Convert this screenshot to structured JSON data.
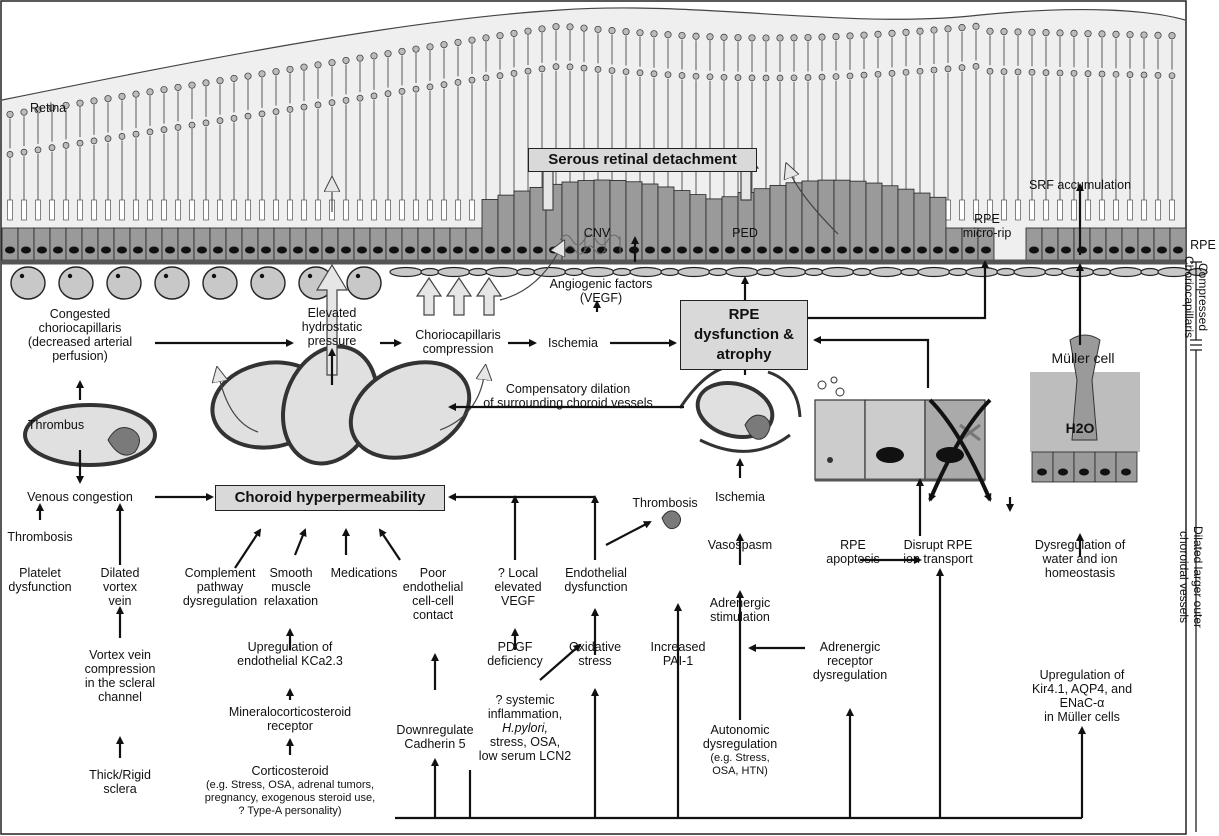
{
  "labels": {
    "retina": "Retina",
    "rpe": "RPE",
    "serous": "Serous retinal detachment",
    "choroid_hyper": "Choroid hyperpermeability",
    "rpe_dys_1": "RPE",
    "rpe_dys_2": "dysfunction &",
    "rpe_dys_3": "atrophy",
    "srf": "SRF accumulation",
    "rpe_micro_1": "RPE",
    "rpe_micro_2": "micro-rip",
    "cnv": "CNV",
    "ped": "PED",
    "angio_1": "Angiogenic factors",
    "angio_2": "(VEGF)",
    "muller": "Müller cell",
    "h2o": "H2O",
    "thrombus": "Thrombus",
    "congested_1": "Congested",
    "congested_2": "choriocapillaris",
    "congested_3": "(decreased arterial",
    "congested_4": "perfusion)",
    "elevated_1": "Elevated",
    "elevated_2": "hydrostatic",
    "elevated_3": "pressure",
    "cc_comp_1": "Choriocapillaris",
    "cc_comp_2": "compression",
    "ischemia_top": "Ischemia",
    "comp_dil_1": "Compensatory dilation",
    "comp_dil_2": "of surrounding choroid vessels",
    "venous": "Venous congestion",
    "ischemia_mid": "Ischemia",
    "thrombosis_l": "Thrombosis",
    "platelet_1": "Platelet",
    "platelet_2": "dysfunction",
    "dilated_1": "Dilated",
    "dilated_2": "vortex",
    "dilated_3": "vein",
    "complement_1": "Complement",
    "complement_2": "pathway",
    "complement_3": "dysregulation",
    "smooth_1": "Smooth",
    "smooth_2": "muscle",
    "smooth_3": "relaxation",
    "medications": "Medications",
    "poor_1": "Poor",
    "poor_2": "endothelial",
    "poor_3": "cell-cell",
    "poor_4": "contact",
    "local_1": "? Local",
    "local_2": "elevated",
    "local_3": "VEGF",
    "endo_1": "Endothelial",
    "endo_2": "dysfunction",
    "thrombosis_m": "Thrombosis",
    "vasospasm": "Vasospasm",
    "rpe_apop_1": "RPE",
    "rpe_apop_2": "apoptosis",
    "disrupt_1": "Disrupt RPE",
    "disrupt_2": "ion transport",
    "dysreg_1": "Dysregulation of",
    "dysreg_2": "water and ion",
    "dysreg_3": "homeostasis",
    "adren_stim_1": "Adrenergic",
    "adren_stim_2": "stimulation",
    "upreg_k_1": "Upregulation of",
    "upreg_k_2": "endothelial KCa2.3",
    "pdgf_1": "PDGF",
    "pdgf_2": "deficiency",
    "oxid_1": "Oxidative",
    "oxid_2": "stress",
    "pai_1": "Increased",
    "pai_2": "PAI-1",
    "adren_rec_1": "Adrenergic",
    "adren_rec_2": "receptor",
    "adren_rec_3": "dysregulation",
    "upreg_kir_1": "Upregulation of",
    "upreg_kir_2": "Kir4.1, AQP4, and",
    "upreg_kir_3": "ENaC-α",
    "upreg_kir_4": "in Müller cells",
    "vortex_1": "Vortex vein",
    "vortex_2": "compression",
    "vortex_3": "in the scleral",
    "vortex_4": "channel",
    "mineral_1": "Mineralocorticosteroid",
    "mineral_2": "receptor",
    "downreg_1": "Downregulate",
    "downreg_2": "Cadherin 5",
    "systemic_1": "? systemic",
    "systemic_2": "inflammation,",
    "systemic_3": "H.pylori,",
    "systemic_4": "stress, OSA,",
    "systemic_5": "low serum LCN2",
    "autonomic_1": "Autonomic",
    "autonomic_2": "dysregulation",
    "autonomic_3": "(e.g. Stress,",
    "autonomic_4": "OSA, HTN)",
    "thick_1": "Thick/Rigid",
    "thick_2": "sclera",
    "cortico_1": "Corticosteroid",
    "cortico_2": "(e.g. Stress, OSA, adrenal tumors,",
    "cortico_3": "pregnancy, exogenous steroid use,",
    "cortico_4": "? Type-A personality)",
    "side_rpe": "RPE",
    "side_compressed_1": "Compressed",
    "side_compressed_2": "Choriocapillaris",
    "side_dilated_1": "Dilated larger outer",
    "side_dilated_2": "choroidal vessels"
  },
  "colors": {
    "retina_bg": "#efefef",
    "box_fill": "#d9d9d9",
    "rpe_cell": "#9a9a9a",
    "cc_fill": "#c8c8c8",
    "line": "#111111"
  }
}
